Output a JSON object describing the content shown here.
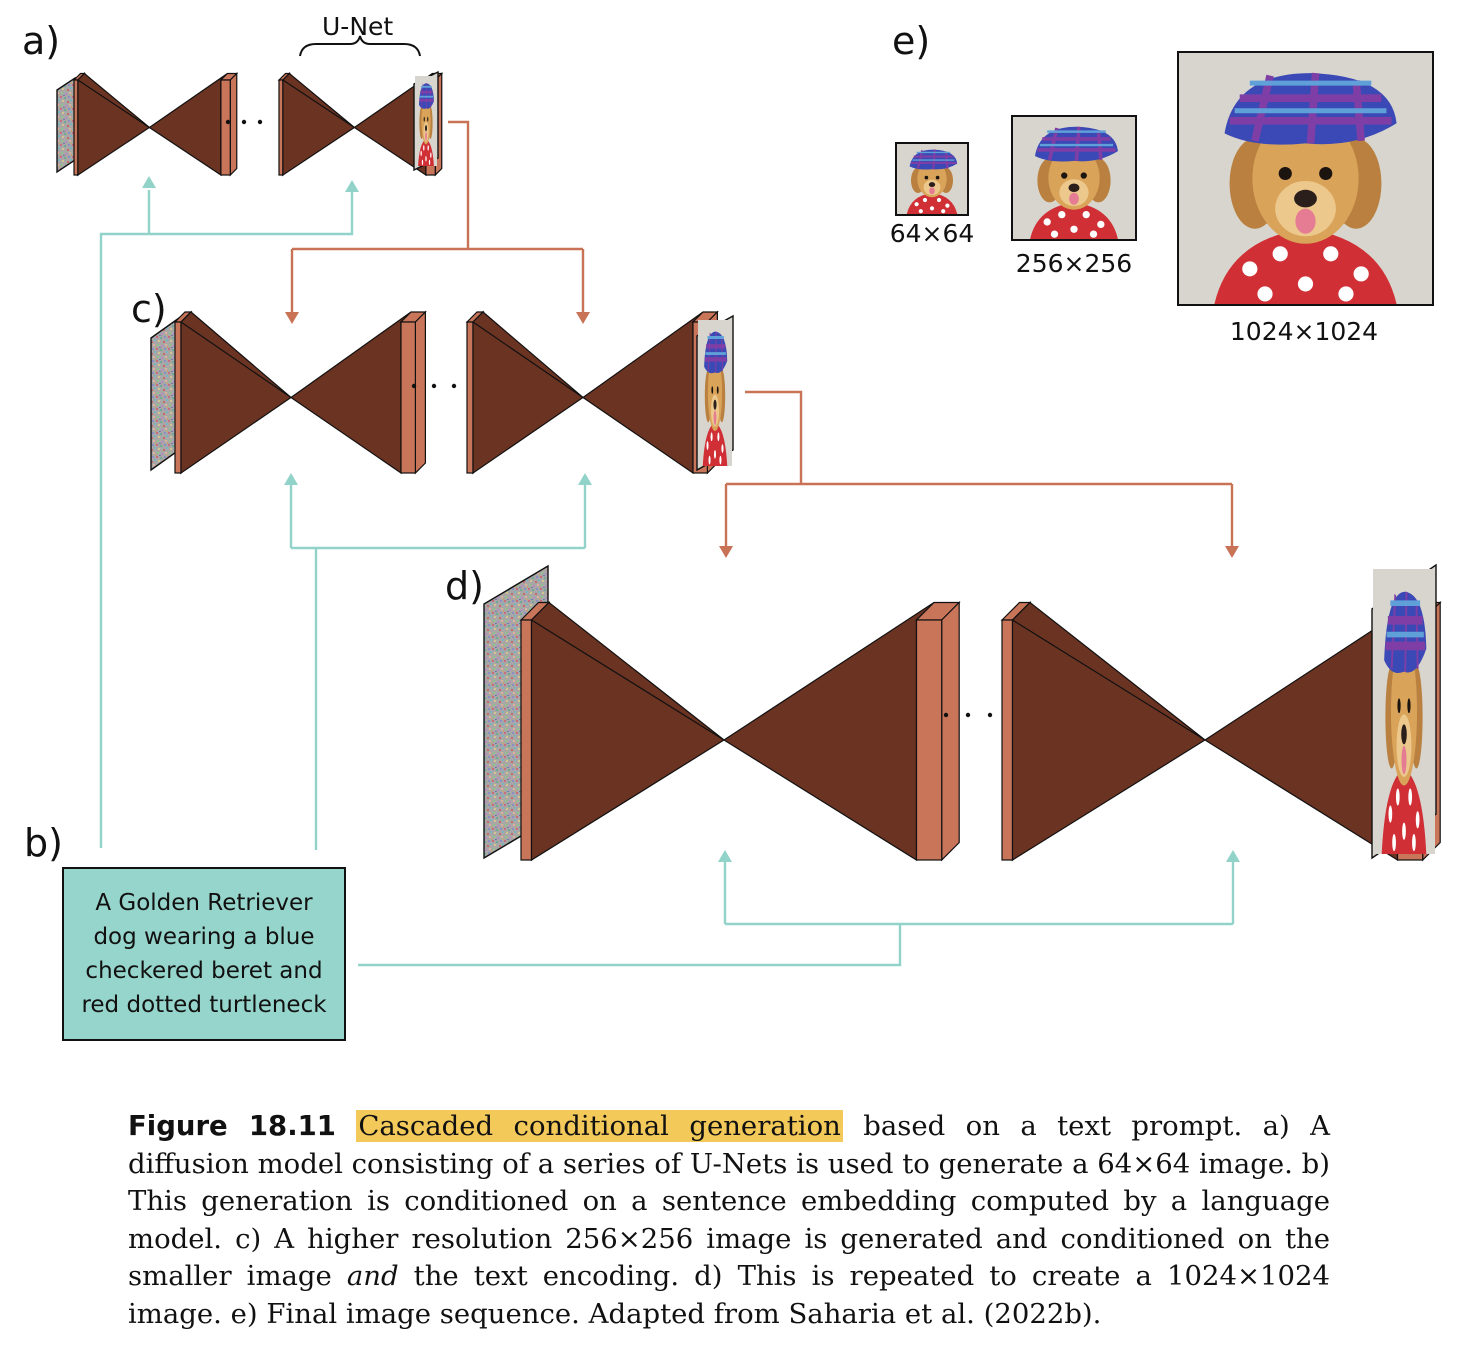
{
  "panels": {
    "a": "a)",
    "b": "b)",
    "c": "c)",
    "d": "d)",
    "e": "e)"
  },
  "unet_label": "U-Net",
  "prompt": "A Golden Retriever\ndog wearing a blue\ncheckered beret and\nred dotted turtleneck",
  "sizes": [
    "64×64",
    "256×256",
    "1024×1024"
  ],
  "caption": {
    "figure_number": "Figure 18.11",
    "highlight": "Cascaded conditional generation",
    "part1": " based on a text prompt. a) A diffusion model consisting of a series of U-Nets is used to generate a 64×64 image. b) This generation is conditioned on a sentence embedding computed by a language model. c) A higher resolution 256×256 image is generated and conditioned on the smaller image ",
    "emph": "and",
    "part2": " the text encoding. d) This is repeated to create a 1024×1024 image. e) Final image sequence. Adapted from Saharia et al. (2022b)."
  },
  "colors": {
    "unet_dark": "#6b3322",
    "unet_light": "#c9755a",
    "image_arrow": "#c97356",
    "text_arrow": "#92d3c9",
    "prompt_box": "#96d5cb",
    "highlight": "#f3c95a"
  },
  "icons": [
    "ellipsis-icon",
    "dog-image",
    "noise-image",
    "arrow-icon"
  ]
}
